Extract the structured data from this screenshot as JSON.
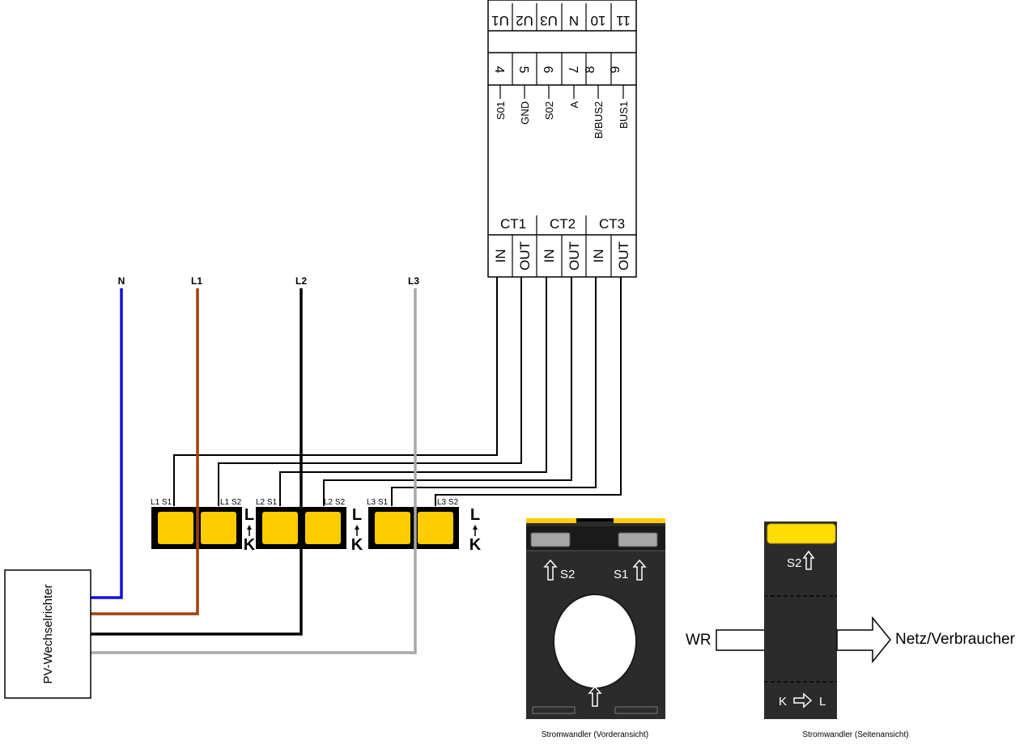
{
  "meter": {
    "top_terminals": [
      "U1",
      "U2",
      "U3",
      "N",
      "10",
      "11"
    ],
    "terminal_numbers": [
      "4",
      "5",
      "6",
      "7",
      "8",
      "9"
    ],
    "signals": [
      "S01",
      "GND",
      "S02",
      "A",
      "B/BUS2",
      "BUS1"
    ],
    "ct_groups": [
      "CT1",
      "CT2",
      "CT3"
    ],
    "ct_terminals": [
      "IN",
      "OUT",
      "IN",
      "OUT",
      "IN",
      "OUT"
    ]
  },
  "phases": {
    "n": "N",
    "l1": "L1",
    "l2": "L2",
    "l3": "L3"
  },
  "clamps": [
    {
      "s1": "L1 S1",
      "s2": "L1 S2"
    },
    {
      "s1": "L2 S1",
      "s2": "L2 S2"
    },
    {
      "s1": "L3 S1",
      "s2": "L3 S2"
    }
  ],
  "direction": {
    "l": "L",
    "k": "K"
  },
  "inverter": {
    "label": "PV-Wechselrichter"
  },
  "front_view": {
    "s2": "S2",
    "s1": "S1",
    "caption": "Stromwandler (Vorderansicht)"
  },
  "side_view": {
    "s2": "S2",
    "k": "K",
    "l": "L",
    "wr": "WR",
    "netz": "Netz/Verbraucher",
    "caption": "Stromwandler (Seitenansicht)"
  },
  "colors": {
    "neutral_wire": "#1010e0",
    "l1_wire": "#a0400c",
    "l2_wire": "#000000",
    "l3_wire": "#a8a8a8",
    "clamp_yellow": "#ffcc00",
    "ct_body": "#2b2b2b"
  }
}
